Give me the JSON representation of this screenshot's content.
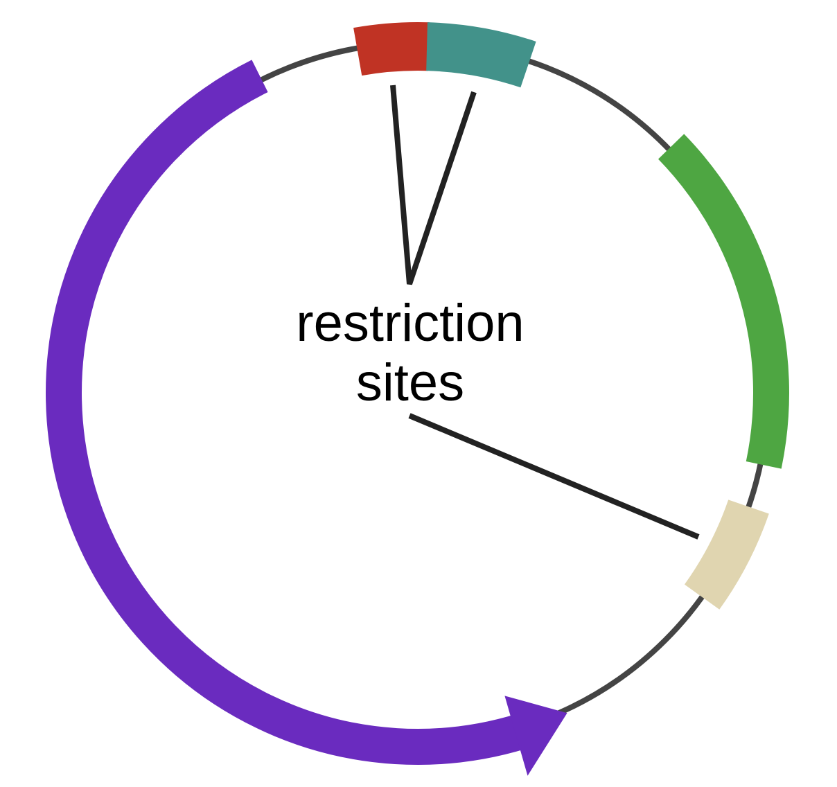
{
  "diagram": {
    "type": "plasmid-map",
    "label_lines": [
      "restriction",
      "sites"
    ],
    "colors": {
      "backbone": "#444444",
      "leader_lines": "#222222",
      "purple_feature": "#6a2bbf",
      "red_feature": "#c03324",
      "teal_feature": "#42928a",
      "green_feature": "#4ea642",
      "beige_feature": "#e0d5b0"
    }
  }
}
